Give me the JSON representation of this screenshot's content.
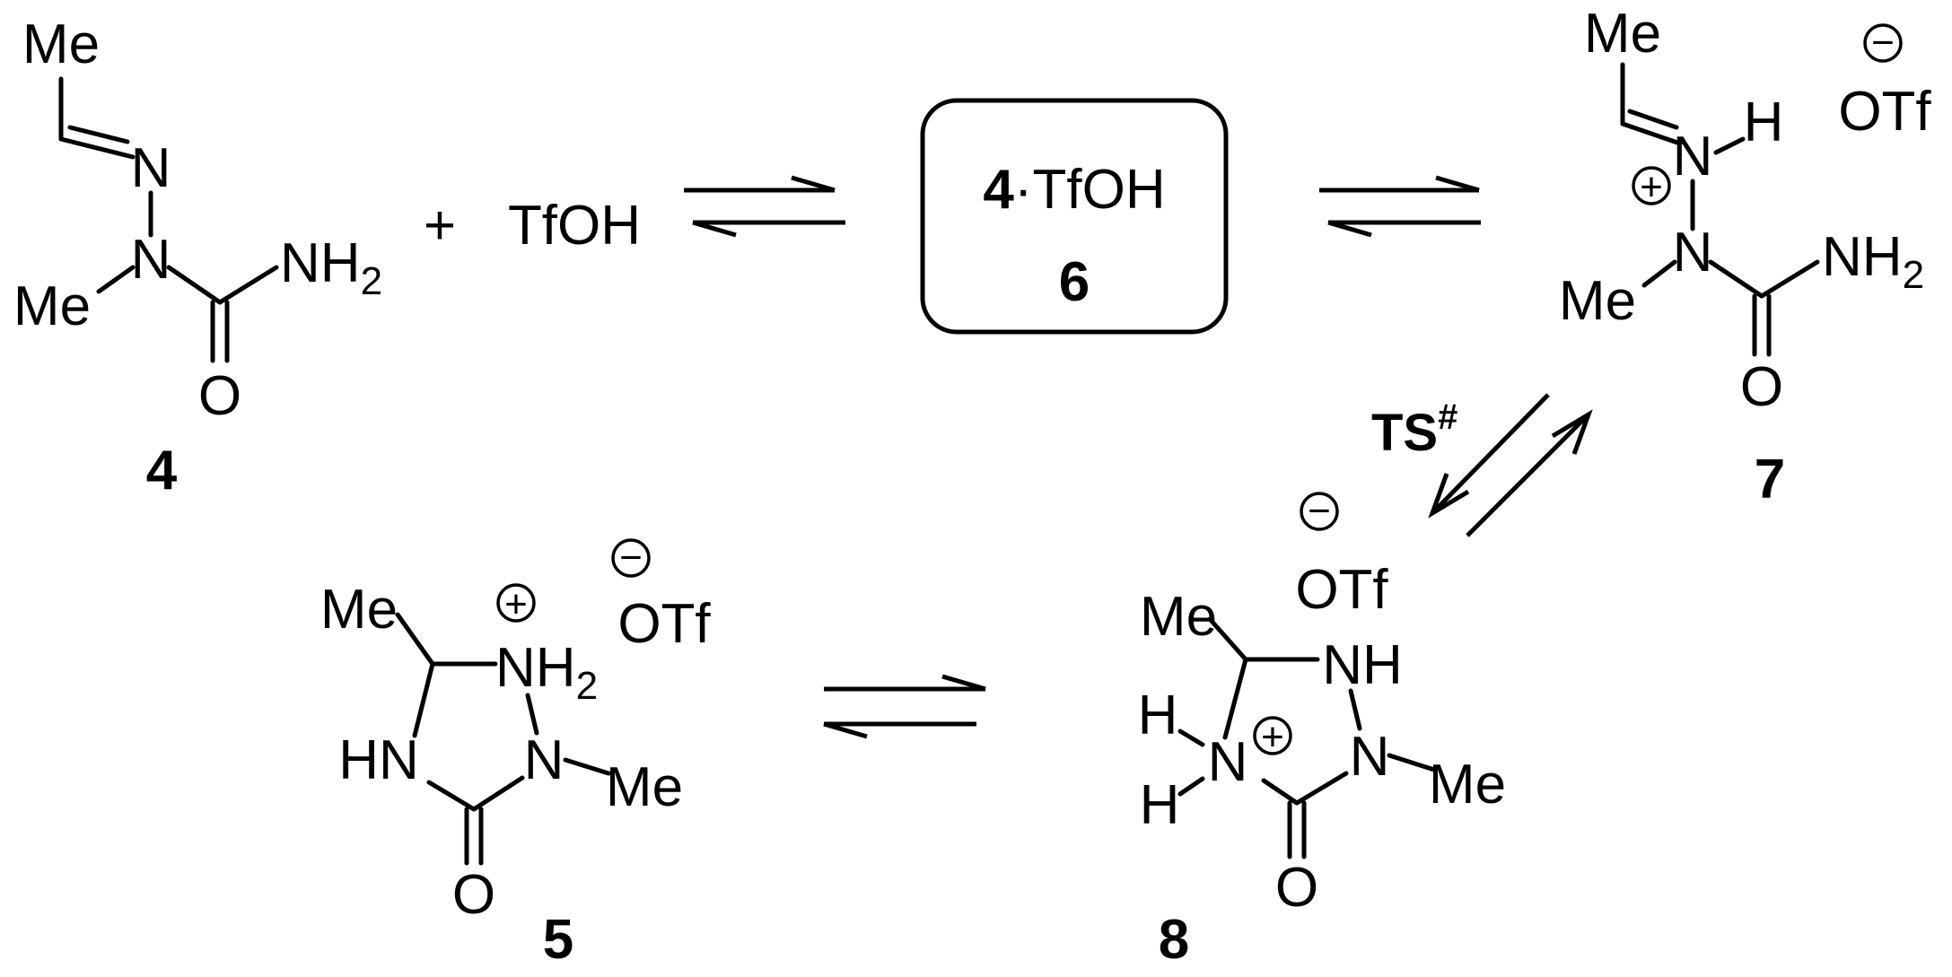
{
  "scheme": {
    "compound_4": {
      "me_top": "Me",
      "n_imine": "N",
      "n_amide": "N",
      "me_left": "Me",
      "nh2": "NH",
      "nh2_sub": "2",
      "o": "O",
      "label": "4"
    },
    "plus_sign": "+",
    "acid": "TfOH",
    "complex_6": {
      "bold_part": "4",
      "rest": "·TfOH",
      "label": "6"
    },
    "compound_7": {
      "me_top": "Me",
      "n_plus": "N",
      "h": "H",
      "charge_plus": "+",
      "charge_minus": "−",
      "counterion": "OTf",
      "n_amide": "N",
      "me_left": "Me",
      "nh2": "NH",
      "nh2_sub": "2",
      "o": "O",
      "label": "7"
    },
    "ts_label": "TS",
    "ts_sup": "#",
    "compound_8": {
      "charge_minus": "−",
      "counterion": "OTf",
      "me": "Me",
      "nh": "NH",
      "h_upper": "H",
      "n_plus": "N",
      "charge_plus": "+",
      "h_lower": "H",
      "n_me": "N",
      "me_right": "Me",
      "o": "O",
      "label": "8"
    },
    "compound_5": {
      "me": "Me",
      "charge_plus": "+",
      "charge_minus": "−",
      "counterion": "OTf",
      "nh2": "NH",
      "nh2_sub": "2",
      "hn": "HN",
      "n_me": "N",
      "me_right": "Me",
      "o": "O",
      "label": "5"
    }
  }
}
